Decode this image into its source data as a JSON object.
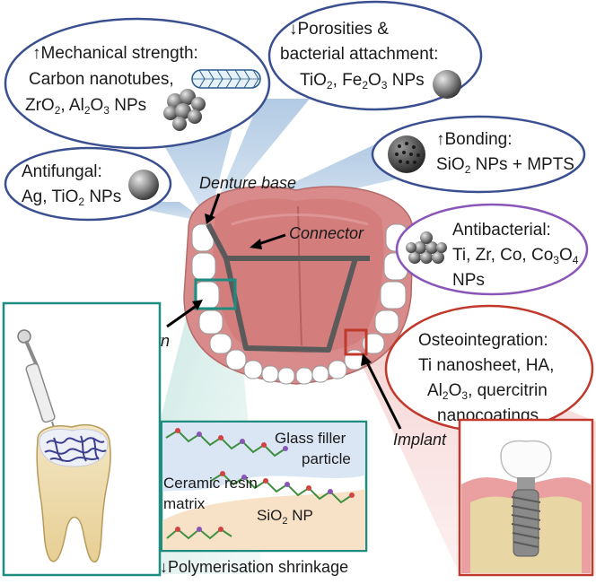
{
  "bubbles": {
    "mechanical": {
      "line1": "↑Mechanical strength:",
      "line2": "Carbon nanotubes,",
      "line3_a": "ZrO",
      "line3_b": "2",
      "line3_c": ", Al",
      "line3_d": "2",
      "line3_e": "O",
      "line3_f": "3",
      "line3_g": " NPs"
    },
    "porosities": {
      "line1": "↓Porosities &",
      "line2": "bacterial attachment:",
      "line3_a": "TiO",
      "line3_b": "2",
      "line3_c": ", Fe",
      "line3_d": "2",
      "line3_e": "O",
      "line3_f": "3",
      "line3_g": " NPs"
    },
    "bonding": {
      "line1": "↑Bonding:",
      "line2_a": "SiO",
      "line2_b": "2",
      "line2_c": " NPs + MPTS"
    },
    "antifungal": {
      "line1": "Antifungal:",
      "line2_a": "Ag, TiO",
      "line2_b": "2",
      "line2_c": " NPs"
    },
    "antibacterial": {
      "line1": "Antibacterial:",
      "line2_a": "Ti, Zr, Co, Co",
      "line2_b": "3",
      "line2_c": "O",
      "line2_d": "4",
      "line3": "NPs"
    },
    "osteo": {
      "line1": "Osteointegration:",
      "line2": "Ti nanosheet, HA,",
      "line3_a": "Al",
      "line3_b": "2",
      "line3_c": "O",
      "line3_d": "3",
      "line3_e": ", quercitrin",
      "line4": "nanocoatings"
    }
  },
  "labels": {
    "denture_base": "Denture base",
    "connector": "Connector",
    "crown": "Crown",
    "implant": "Implant"
  },
  "inset": {
    "glass_filler_1": "Glass filler",
    "glass_filler_2": "particle",
    "ceramic_1": "Ceramic resin",
    "ceramic_2": "matrix",
    "sio2_a": "SiO",
    "sio2_b": "2",
    "sio2_c": " NP",
    "caption": "↓Polymerisation shrinkage"
  },
  "colors": {
    "bubble_border": "#3a4f8f",
    "antibacterial_border": "#8a55b8",
    "osteo_border": "#c0392b",
    "teal": "#1f8c80",
    "implant_red": "#c0392b",
    "callout_blue": "#c9dcee",
    "gum_pink": "#d98a8a",
    "tongue": "#d37d7d",
    "connector": "#5a5a5a"
  }
}
